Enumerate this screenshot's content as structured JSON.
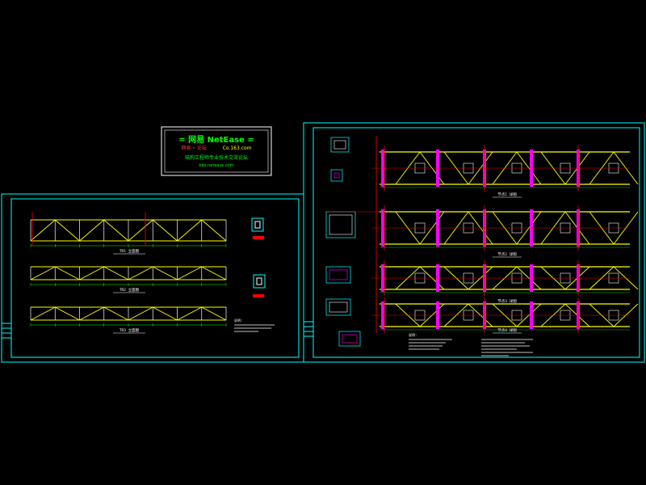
{
  "stamp": {
    "line1": "= 网易 NetEase =",
    "line2_left": "网易 • 论坛",
    "line2_right": "Co.163.com",
    "line3": "结构工程师专业技术交流论坛",
    "line4": "bbs.netease.com"
  },
  "left_sheet": {
    "elevation_titles": [
      "TR1 立面图",
      "TR2 立面图",
      "TR3 立面图"
    ],
    "notes_title": "说明:"
  },
  "right_sheet": {
    "detail_titles": [
      "节点1 详图",
      "节点2 详图",
      "节点3 详图",
      "节点4 详图"
    ],
    "notes_title": "说明:"
  },
  "colors": {
    "background": "#000000",
    "frame": "#00ffff",
    "member": "#ffff00",
    "grid": "#ff0000",
    "plate": "#ff00ff",
    "dimension": "#00ff00",
    "text": "#ffffff"
  }
}
